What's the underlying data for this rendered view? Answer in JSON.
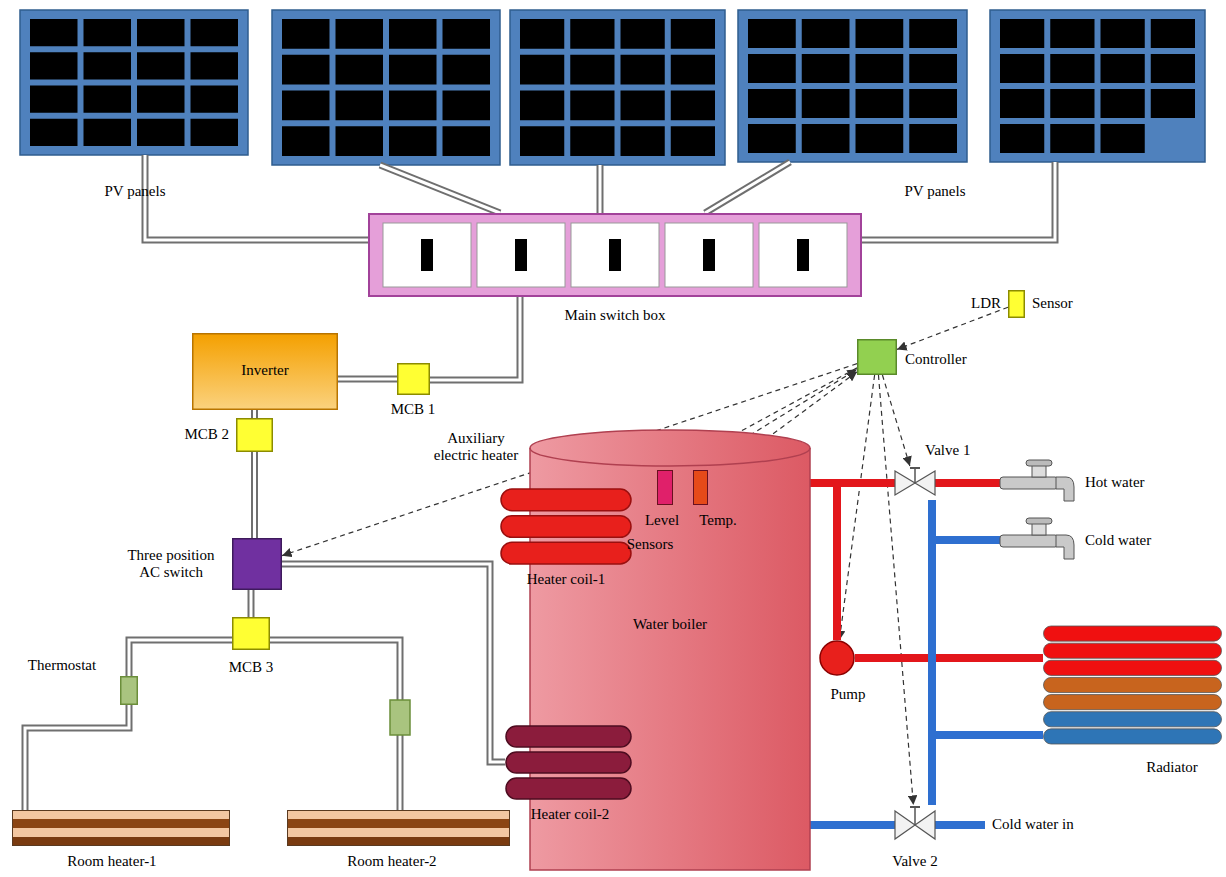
{
  "diagram": {
    "nodes": [
      {
        "text": [
          "Main switch box"
        ]
      },
      {
        "text": [
          "Inverter"
        ]
      },
      {
        "text": [
          "MCB 1"
        ]
      },
      {
        "text": [
          "MCB 2"
        ]
      },
      {
        "text": [
          "Three position AC switch"
        ]
      },
      {
        "text": [
          "MCB 3"
        ]
      },
      {
        "text": [
          "Thermostat"
        ]
      },
      {
        "text": [
          "Room heater-1"
        ]
      },
      {
        "text": [
          "Room heater-2"
        ]
      },
      {
        "text": [
          "Controller"
        ]
      },
      {
        "text": [
          "LDR",
          "Sensor"
        ]
      },
      {
        "text": [
          "Water boiler"
        ]
      },
      {
        "text": [
          "Auxiliary electric heater",
          "Heater coil-1"
        ],
        "in": 11
      },
      {
        "text": [
          "Level"
        ],
        "in": 11
      },
      {
        "text": [
          "Temp."
        ],
        "in": 11
      },
      {
        "text": [
          "Heater coil-2"
        ],
        "in": 11
      },
      {
        "text": [
          "Pump"
        ]
      },
      {
        "text": [
          "Valve 1"
        ]
      },
      {
        "text": [
          "Hot water"
        ]
      },
      {
        "text": [
          "Cold water"
        ]
      },
      {
        "text": [
          "Radiator"
        ]
      },
      {
        "text": [
          "Valve 2"
        ]
      }
    ],
    "edges": [
      {
        "from": 0,
        "to": 2,
        "arrow": "none"
      },
      {
        "from": 2,
        "to": 1,
        "arrow": "none"
      },
      {
        "from": 1,
        "to": 3,
        "arrow": "none"
      },
      {
        "from": 3,
        "to": 4,
        "arrow": "none"
      },
      {
        "from": 4,
        "to": 5,
        "arrow": "none"
      },
      {
        "from": 4,
        "to": 15,
        "arrow": "none"
      },
      {
        "from": 5,
        "to": 6,
        "arrow": "none"
      },
      {
        "from": 6,
        "to": 7,
        "arrow": "none"
      },
      {
        "from": 5,
        "to": 8,
        "arrow": "none"
      },
      {
        "from": 10,
        "to": 9,
        "arrow": "to"
      },
      {
        "from": 9,
        "to": 12,
        "arrow": "to"
      },
      {
        "from": 9,
        "to": 4,
        "arrow": "to"
      },
      {
        "from": 13,
        "to": 9,
        "arrow": "to"
      },
      {
        "from": 14,
        "to": 9,
        "arrow": "to"
      },
      {
        "from": 9,
        "to": 16,
        "arrow": "to"
      },
      {
        "from": 9,
        "to": 17,
        "arrow": "to"
      },
      {
        "from": 9,
        "to": 21,
        "arrow": "to"
      },
      {
        "from": 11,
        "to": 17,
        "arrow": "none"
      },
      {
        "from": 17,
        "to": 18,
        "arrow": "none"
      },
      {
        "from": 11,
        "to": 16,
        "arrow": "none"
      },
      {
        "from": 16,
        "to": 20,
        "arrow": "none"
      },
      {
        "from": 20,
        "to": 21,
        "arrow": "none"
      },
      {
        "from": 17,
        "to": 21,
        "arrow": "none"
      },
      {
        "from": 21,
        "to": 19,
        "arrow": "none"
      },
      {
        "from": 21,
        "to": 11,
        "arrow": "none"
      }
    ],
    "labels": [
      "PV panels",
      "PV panels",
      "Sensors",
      "Cold water in"
    ]
  }
}
